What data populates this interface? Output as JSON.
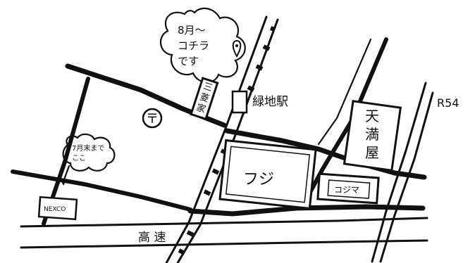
{
  "map": {
    "bubble_move_note": "8月〜\nコチラ\nです",
    "bubble_until_july": "7月末まで\nここ",
    "station_label": "緑地駅",
    "building_tenmaya": "天満屋",
    "store_fuji": "フジ",
    "store_kojima": "コジマ",
    "store_nexco": "NEXCO",
    "expressway_label": "高 速",
    "route_label": "R54",
    "post_office_symbol": "〒",
    "building_vertical_sign": "三菱家",
    "ink_color": "#111111"
  }
}
